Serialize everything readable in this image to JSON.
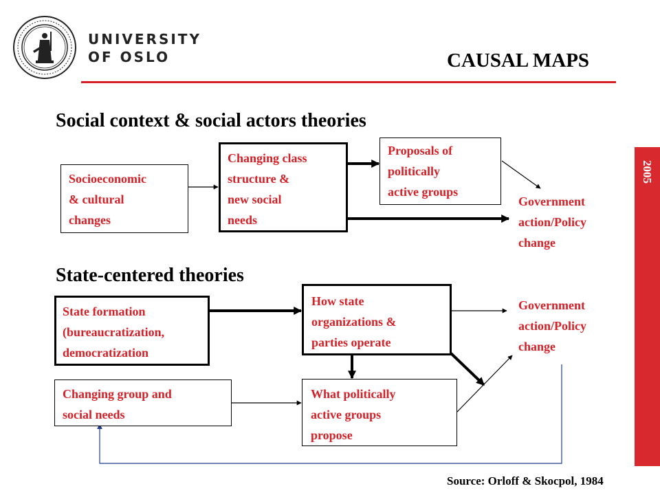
{
  "header": {
    "university_line1": "UNIVERSITY",
    "university_line2": "OF OSLO",
    "title": "CAUSAL MAPS",
    "seal_icon": "university-of-oslo-seal-icon"
  },
  "side_bar": {
    "year": "2005",
    "color": "#d8292f"
  },
  "colors": {
    "accent": "#d42027",
    "rule": "#d42027",
    "feedback_arrow": "#1f3c8a"
  },
  "section1": {
    "heading": "Social context & social actors theories",
    "boxes": {
      "socio": [
        "Socioeconomic",
        "& cultural",
        "changes"
      ],
      "class": [
        "Changing class",
        "structure &",
        "new social",
        "needs"
      ],
      "proposals": [
        "Proposals of",
        "politically",
        "active groups"
      ]
    },
    "outcome": [
      "Government",
      "action/Policy",
      "change"
    ]
  },
  "section2": {
    "heading": "State-centered theories",
    "boxes": {
      "state_formation": [
        "State formation",
        "(bureaucratization,",
        "democratization"
      ],
      "how_state": [
        "How state",
        "organizations &",
        "parties operate"
      ],
      "group_needs": [
        "Changing group and",
        "social needs"
      ],
      "what_groups": [
        "What politically",
        "active groups",
        "propose"
      ]
    },
    "outcome": [
      "Government",
      "action/Policy",
      "change"
    ]
  },
  "source": "Source: Orloff & Skocpol, 1984"
}
